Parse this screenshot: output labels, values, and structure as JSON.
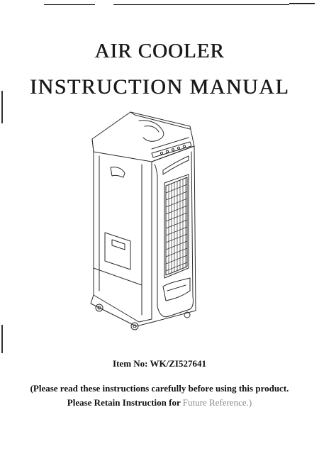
{
  "document": {
    "title_line1": "AIR COOLER",
    "title_line2": "INSTRUCTION MANUAL",
    "item_number": "Item No: WK/ZI527641",
    "note_line1": "(Please read these instructions carefully before using this product.",
    "note_line2_prefix": "Please Retain Instruction for ",
    "note_line2_faded": "Future Reference.",
    "note_line2_suffix": ")"
  },
  "illustration": {
    "subject": "air-cooler-line-drawing",
    "stroke_color": "#2a2a2a"
  }
}
